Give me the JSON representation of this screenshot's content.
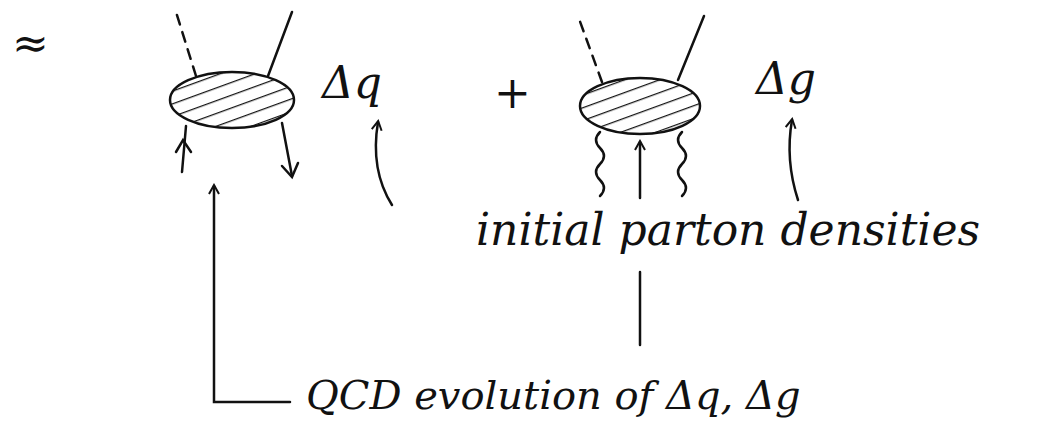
{
  "diagram": {
    "labels": [
      "≈",
      "Δq",
      "+",
      "Δg",
      "initial parton densities",
      "QCD evolution of Δq, Δg"
    ]
  }
}
